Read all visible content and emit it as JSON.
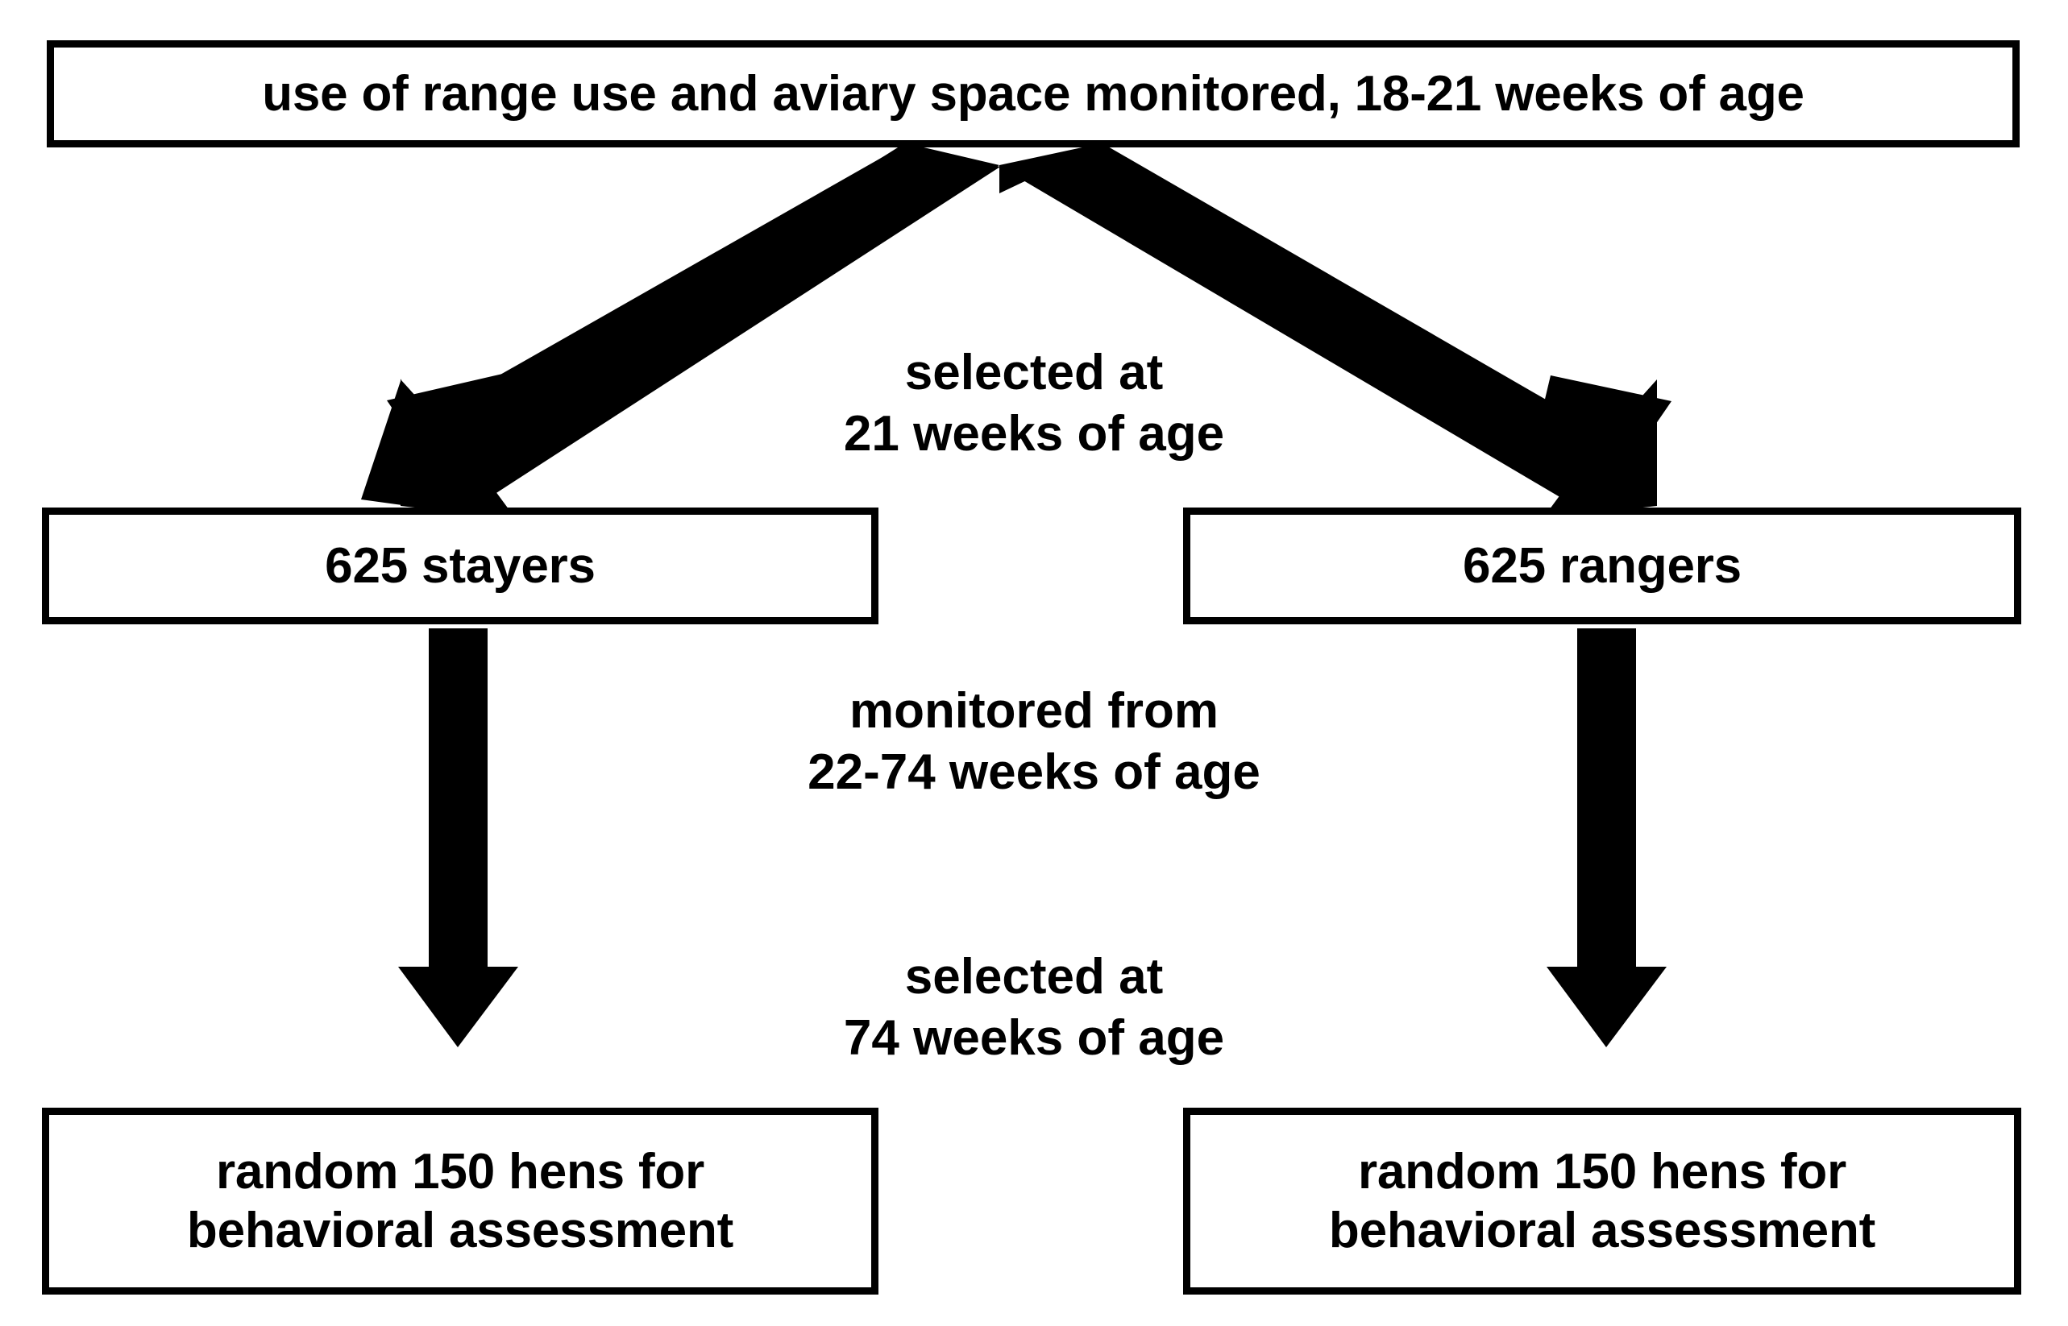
{
  "diagram": {
    "title": "Study design flowchart: range use and aviary space monitoring in laying hens",
    "background_color": "#ffffff",
    "ink_color": "#000000",
    "nodes": {
      "top": {
        "id": "monitoring-node",
        "text": "use of range use and aviary space monitored, 18-21 weeks of age"
      },
      "stayers": {
        "id": "stayers-node",
        "text": "625 stayers",
        "count": 625,
        "group": "stayers"
      },
      "rangers": {
        "id": "rangers-node",
        "text": "625 rangers",
        "count": 625,
        "group": "rangers"
      },
      "bottom_left": {
        "id": "stayers-assessment-node",
        "text": "random 150 hens for\nbehavioral assessment",
        "count": 150
      },
      "bottom_right": {
        "id": "rangers-assessment-node",
        "text": "random 150 hens for\nbehavioral assessment",
        "count": 150
      }
    },
    "edge_labels": {
      "split": "selected at\n21 weeks of age",
      "monitoring_period": "monitored from\n22-74 weeks of age",
      "final_selection": "selected at\n74 weeks of age"
    },
    "arrows": [
      {
        "name": "arrow-top-to-stayers",
        "direction": "down-left",
        "from": "monitoring-node",
        "to": "stayers-node"
      },
      {
        "name": "arrow-top-to-rangers",
        "direction": "down-right",
        "from": "monitoring-node",
        "to": "rangers-node"
      },
      {
        "name": "arrow-stayers-to-assessment",
        "direction": "down",
        "from": "stayers-node",
        "to": "stayers-assessment-node"
      },
      {
        "name": "arrow-rangers-to-assessment",
        "direction": "down",
        "from": "rangers-node",
        "to": "rangers-assessment-node"
      }
    ]
  }
}
